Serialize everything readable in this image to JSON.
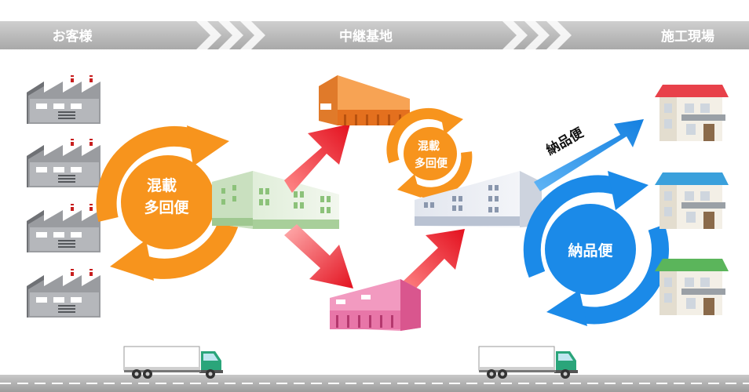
{
  "header": {
    "stages": [
      "お客様",
      "中継基地",
      "施工現場"
    ]
  },
  "flows": {
    "mixed_label_line1": "混載",
    "mixed_label_line2": "多回便",
    "relay_label_line1": "混載",
    "relay_label_line2": "多回便",
    "delivery_circle_label": "納品便",
    "delivery_arrow_label": "納品便"
  },
  "colors": {
    "header_bar": "#bdbdbd",
    "orange": "#f7941d",
    "red": "#e8192c",
    "blue": "#1b8ae8",
    "warehouse_orange": "#f08a3c",
    "warehouse_pink": "#e56aa0",
    "house_red": "#e8414a",
    "house_blue": "#3aa0dc",
    "house_green": "#5bb55b",
    "truck_cab": "#2aa57a"
  },
  "icons": [
    "factory-icon",
    "warehouse-icon",
    "house-icon",
    "truck-icon",
    "cycle-arrow-icon",
    "chevron-icon"
  ]
}
